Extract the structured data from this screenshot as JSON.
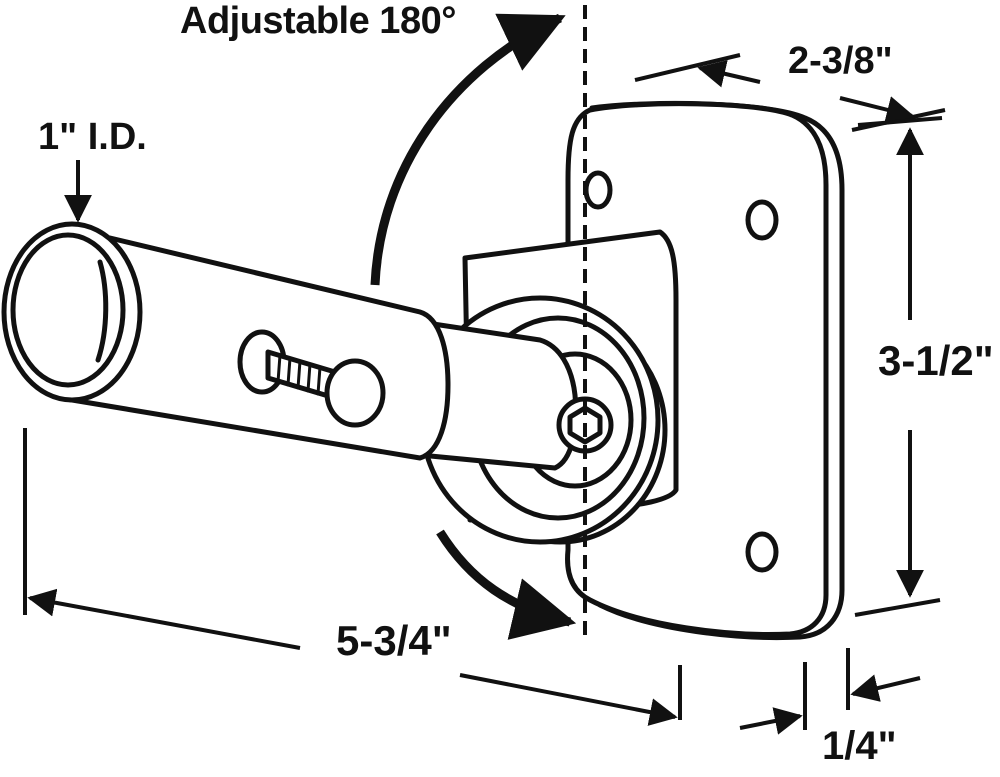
{
  "diagram": {
    "labels": {
      "rotation": "Adjustable 180°",
      "inner_diameter": "1\" I.D.",
      "plate_width": "2-3/8\"",
      "plate_height": "3-1/2\"",
      "total_length": "5-3/4\"",
      "plate_thickness": "1/4\""
    },
    "colors": {
      "ink": "#111111",
      "fill": "#ffffff"
    }
  }
}
